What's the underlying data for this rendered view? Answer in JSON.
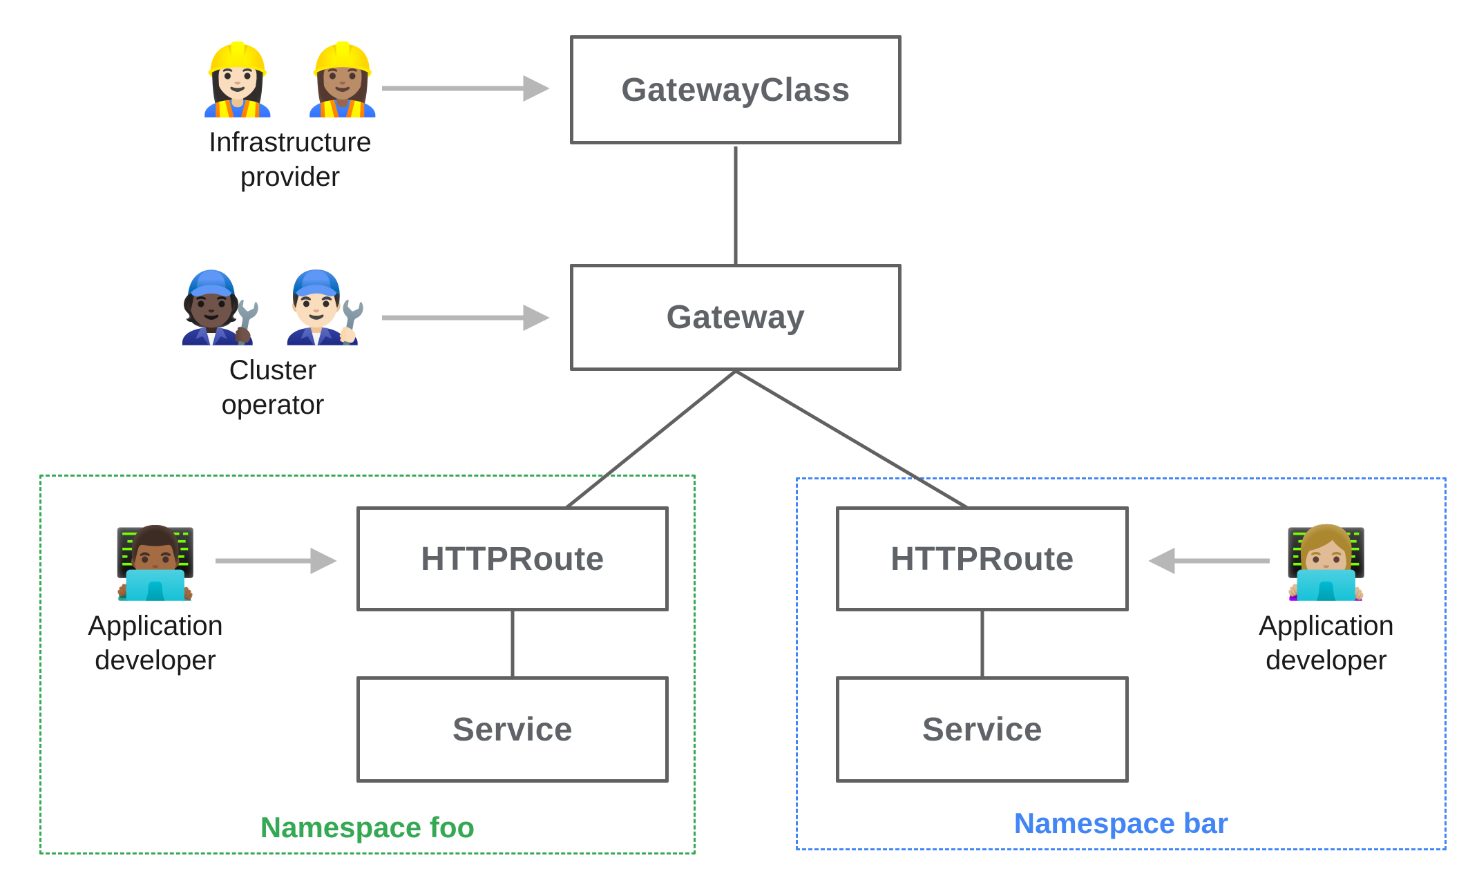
{
  "nodes": {
    "gateway_class": "GatewayClass",
    "gateway": "Gateway",
    "httproute_foo": "HTTPRoute",
    "httproute_bar": "HTTPRoute",
    "service_foo": "Service",
    "service_bar": "Service"
  },
  "actors": {
    "infrastructure_provider": {
      "icon": "👷🏻‍♀️ 👷🏽‍♀️",
      "line1": "Infrastructure",
      "line2": "provider"
    },
    "cluster_operator": {
      "icon": "🧑🏿‍🔧 👨🏻‍🔧",
      "line1": "Cluster",
      "line2": "operator"
    },
    "application_developer_foo": {
      "icon": "👨🏾‍💻",
      "line1": "Application",
      "line2": "developer"
    },
    "application_developer_bar": {
      "icon": "👩🏼‍💻",
      "line1": "Application",
      "line2": "developer"
    }
  },
  "namespaces": {
    "foo": {
      "label": "Namespace foo",
      "color": "#34A853"
    },
    "bar": {
      "label": "Namespace bar",
      "color": "#4285F4"
    }
  },
  "colors": {
    "box_border": "#616161",
    "box_text": "#5F6368",
    "arrow": "#B7B7B7",
    "actor_text": "#1A1A1A",
    "background": "#FFFFFF"
  }
}
